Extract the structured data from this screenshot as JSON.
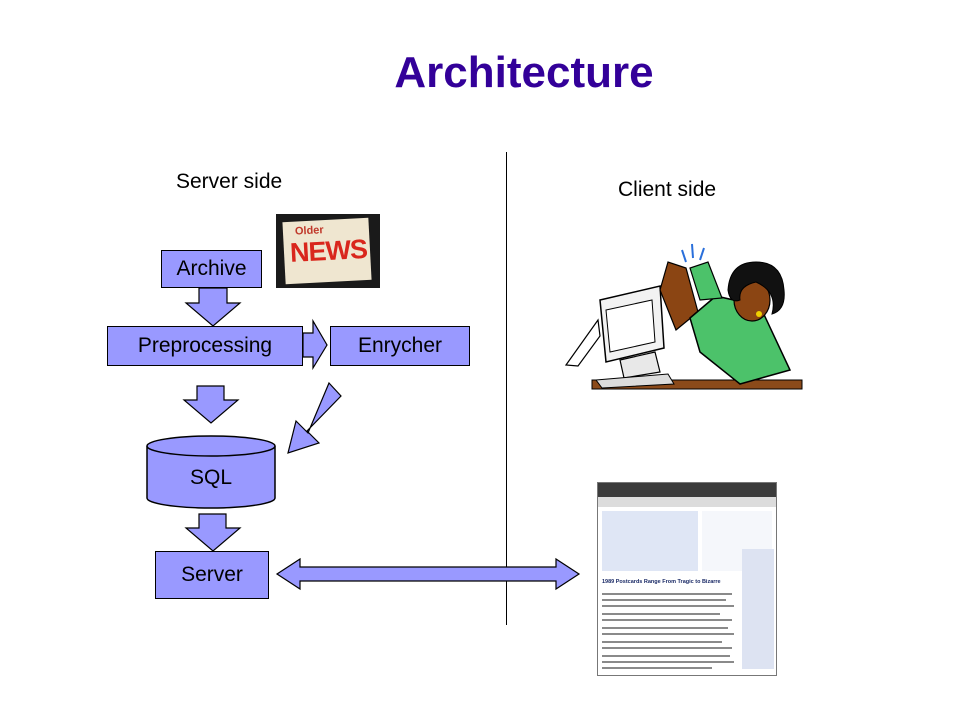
{
  "title": "Architecture",
  "server_side_label": "Server side",
  "client_side_label": "Client side",
  "nodes": {
    "archive": "Archive",
    "preprocessing": "Preprocessing",
    "enrycher": "Enrycher",
    "sql": "SQL",
    "server": "Server"
  },
  "news_image": {
    "older": "Older",
    "word": "NEWS"
  },
  "browser_screenshot": {
    "headline": "1989 Postcards Range From Tragic to Bizarre"
  },
  "colors": {
    "title": "#330099",
    "box_fill": "#9999ff",
    "arrow_fill": "#9999ff"
  }
}
